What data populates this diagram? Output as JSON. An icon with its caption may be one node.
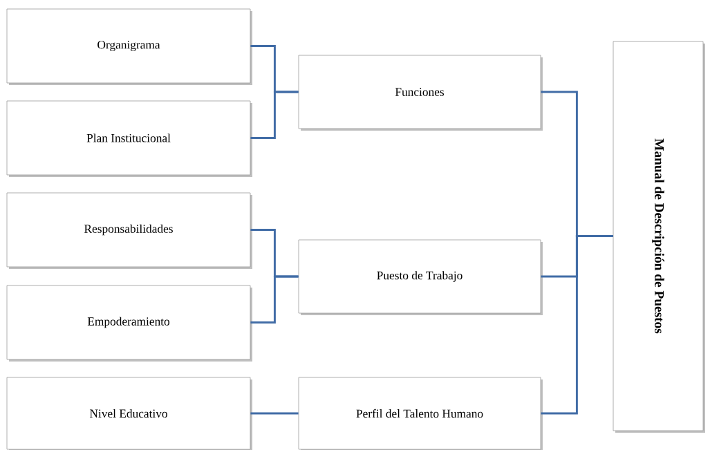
{
  "diagram": {
    "nodes": [
      {
        "text": [
          "Organigrama"
        ]
      },
      {
        "text": [
          "Plan Institucional"
        ]
      },
      {
        "text": [
          "Funciones"
        ]
      },
      {
        "text": [
          "Responsabilidades"
        ]
      },
      {
        "text": [
          "Empoderamiento"
        ]
      },
      {
        "text": [
          "Puesto de Trabajo"
        ]
      },
      {
        "text": [
          "Nivel Educativo"
        ]
      },
      {
        "text": [
          "Perfil del Talento Humano"
        ]
      },
      {
        "text": [
          "Manual de Descripción de Puestos"
        ]
      }
    ],
    "edges": [
      {
        "from": 0,
        "to": 2,
        "arrow": "none"
      },
      {
        "from": 1,
        "to": 2,
        "arrow": "none"
      },
      {
        "from": 2,
        "to": 8,
        "arrow": "none"
      },
      {
        "from": 3,
        "to": 5,
        "arrow": "none"
      },
      {
        "from": 4,
        "to": 5,
        "arrow": "none"
      },
      {
        "from": 5,
        "to": 8,
        "arrow": "none"
      },
      {
        "from": 6,
        "to": 7,
        "arrow": "none"
      },
      {
        "from": 7,
        "to": 8,
        "arrow": "none"
      }
    ]
  }
}
